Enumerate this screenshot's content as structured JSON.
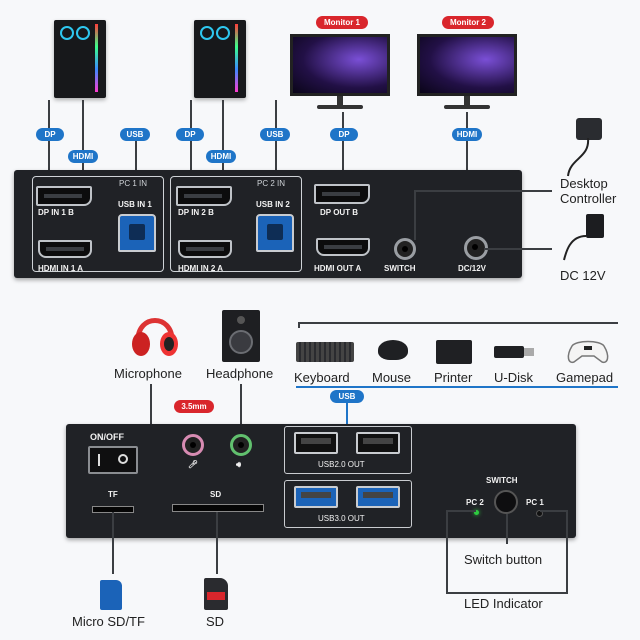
{
  "top": {
    "monitor_labels": [
      "Monitor 1",
      "Monitor 2"
    ],
    "cable_tags": {
      "dp": "DP",
      "hdmi": "HDMI",
      "usb": "USB"
    },
    "panel": {
      "pc1_box": "PC 1 IN",
      "pc2_box": "PC 2 IN",
      "dp_in_1": "DP IN 1 B",
      "usb_in_1": "USB IN 1",
      "hdmi_in_1": "HDMI IN 1 A",
      "dp_in_2": "DP IN 2 B",
      "usb_in_2": "USB IN 2",
      "hdmi_in_2": "HDMI IN 2 A",
      "dp_out": "DP OUT B",
      "hdmi_out": "HDMI OUT A",
      "switch": "SWITCH",
      "dc": "DC/12V"
    },
    "callouts": {
      "desktop_controller_1": "Desktop",
      "desktop_controller_2": "Controller",
      "dc_12v": "DC 12V"
    }
  },
  "middle": {
    "microphone": "Microphone",
    "headphone": "Headphone",
    "peripherals": [
      "Keyboard",
      "Mouse",
      "Printer",
      "U-Disk",
      "Gamepad"
    ],
    "usb_tag": "USB",
    "jack_tag": "3.5mm"
  },
  "bottom": {
    "panel": {
      "on_off": "ON/OFF",
      "tf": "TF",
      "sd": "SD",
      "usb2": "USB2.0 OUT",
      "usb3": "USB3.0 OUT",
      "switch": "SWITCH",
      "pc2": "PC 2",
      "pc1": "PC 1"
    },
    "callouts": {
      "switch_button": "Switch button",
      "led_indicator": "LED Indicator",
      "micro_sd": "Micro SD/TF",
      "sd": "SD"
    }
  },
  "colors": {
    "tag_blue": "#1f75c8",
    "tag_red": "#d9262c",
    "panel": "#202226",
    "usb3_blue": "#1b63b8",
    "led_green": "#2ecc40"
  },
  "icons": [
    "computer-tower-icon",
    "monitor-icon",
    "headset-icon",
    "speaker-icon",
    "keyboard-icon",
    "mouse-icon",
    "printer-icon",
    "usb-drive-icon",
    "gamepad-icon",
    "microphone-icon",
    "volume-icon",
    "desktop-controller-icon",
    "power-adapter-icon",
    "microsd-card-icon",
    "sd-card-icon"
  ]
}
